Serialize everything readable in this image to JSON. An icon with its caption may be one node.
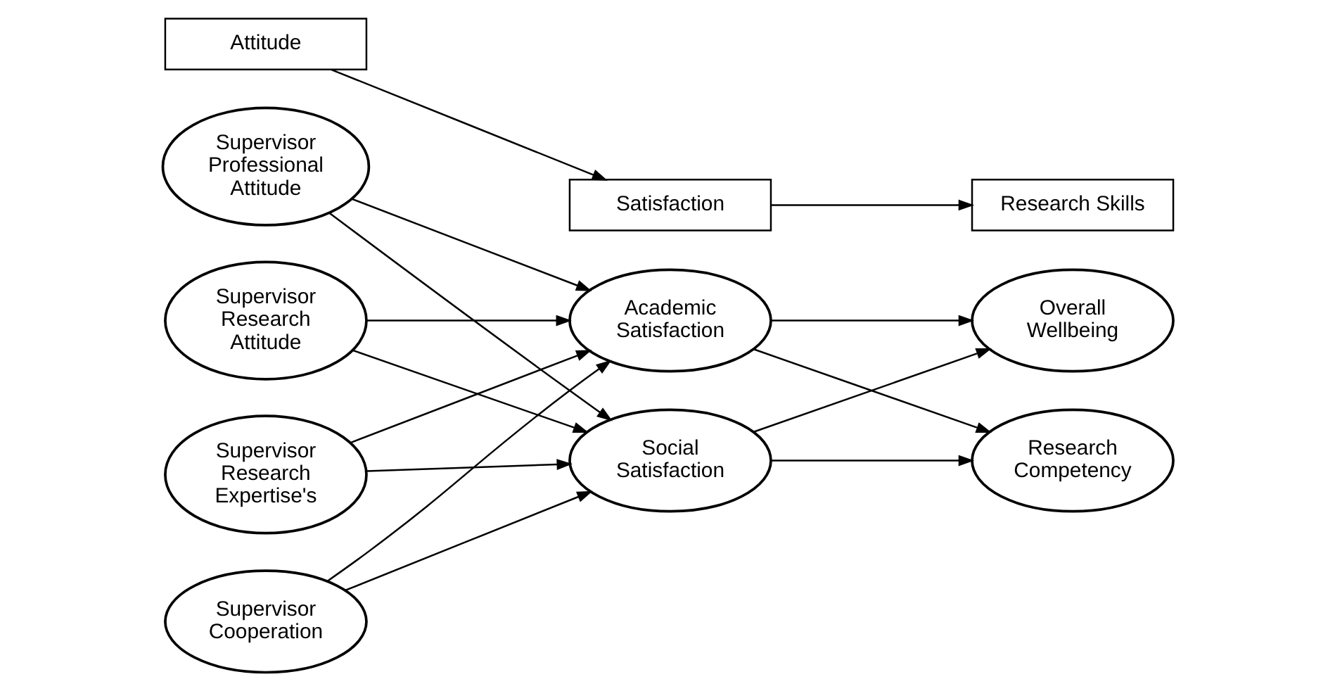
{
  "diagram": {
    "nodes": [
      {
        "text": [
          "Attitude"
        ]
      },
      {
        "text": [
          "Satisfaction"
        ]
      },
      {
        "text": [
          "Research Skills"
        ]
      },
      {
        "text": [
          "Supervisor Professional Attitude"
        ]
      },
      {
        "text": [
          "Supervisor Research Attitude"
        ]
      },
      {
        "text": [
          "Supervisor Research Expertise's"
        ]
      },
      {
        "text": [
          "Supervisor Cooperation"
        ]
      },
      {
        "text": [
          "Academic Satisfaction"
        ]
      },
      {
        "text": [
          "Social Satisfaction"
        ]
      },
      {
        "text": [
          "Overall Wellbeing"
        ]
      },
      {
        "text": [
          "Research Competency"
        ]
      }
    ],
    "edges": [
      {
        "from": 0,
        "to": 1,
        "arrow": "to"
      },
      {
        "from": 1,
        "to": 2,
        "arrow": "to"
      },
      {
        "from": 3,
        "to": 7,
        "arrow": "to"
      },
      {
        "from": 3,
        "to": 8,
        "arrow": "to"
      },
      {
        "from": 4,
        "to": 7,
        "arrow": "to"
      },
      {
        "from": 4,
        "to": 8,
        "arrow": "to"
      },
      {
        "from": 5,
        "to": 7,
        "arrow": "to"
      },
      {
        "from": 5,
        "to": 8,
        "arrow": "to"
      },
      {
        "from": 6,
        "to": 7,
        "arrow": "to"
      },
      {
        "from": 6,
        "to": 8,
        "arrow": "to"
      },
      {
        "from": 7,
        "to": 9,
        "arrow": "to"
      },
      {
        "from": 7,
        "to": 10,
        "arrow": "to"
      },
      {
        "from": 8,
        "to": 9,
        "arrow": "to"
      },
      {
        "from": 8,
        "to": 10,
        "arrow": "to"
      }
    ]
  }
}
